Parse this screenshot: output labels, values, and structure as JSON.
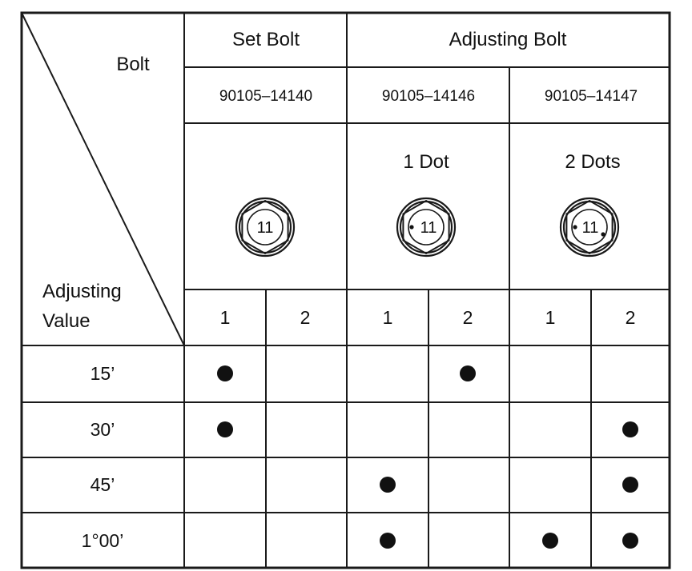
{
  "corner": {
    "top_label": "Bolt",
    "bottom_label_line1": "Adjusting",
    "bottom_label_line2": "Value"
  },
  "groups": [
    {
      "label": "Set Bolt",
      "span": [
        0,
        1
      ]
    },
    {
      "label": "Adjusting Bolt",
      "span": [
        2,
        5
      ]
    }
  ],
  "part_numbers": [
    "90105–14140",
    "90105–14146",
    "90105–14147"
  ],
  "bolt_types": [
    {
      "label": "",
      "head_number": "11",
      "dots": 0
    },
    {
      "label": "1 Dot",
      "head_number": "11",
      "dots": 1
    },
    {
      "label": "2 Dots",
      "head_number": "11",
      "dots": 2
    }
  ],
  "sub_columns": [
    "1",
    "2",
    "1",
    "2",
    "1",
    "2"
  ],
  "rows": [
    {
      "value": "15’",
      "marks": [
        true,
        false,
        false,
        true,
        false,
        false
      ]
    },
    {
      "value": "30’",
      "marks": [
        true,
        false,
        false,
        false,
        false,
        true
      ]
    },
    {
      "value": "45’",
      "marks": [
        false,
        false,
        true,
        false,
        false,
        true
      ]
    },
    {
      "value": "1°00’",
      "marks": [
        false,
        false,
        true,
        false,
        true,
        true
      ]
    }
  ],
  "colors": {
    "line": "#1a1a1a",
    "text": "#111111",
    "background": "#ffffff"
  }
}
